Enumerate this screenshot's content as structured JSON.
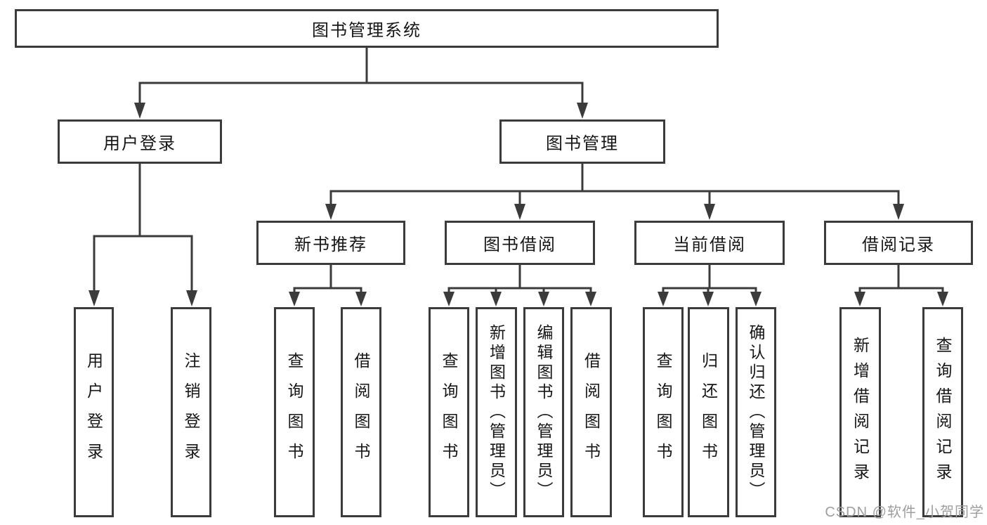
{
  "tree": {
    "label": "图书管理系统",
    "children": [
      {
        "label": "用户登录",
        "children": [
          {
            "label": "用户登录"
          },
          {
            "label": "注销登录"
          }
        ]
      },
      {
        "label": "图书管理",
        "children": [
          {
            "label": "新书推荐",
            "children": [
              {
                "label": "查询图书"
              },
              {
                "label": "借阅图书"
              }
            ]
          },
          {
            "label": "图书借阅",
            "children": [
              {
                "label": "查询图书"
              },
              {
                "label": "新增图书（管理员）"
              },
              {
                "label": "编辑图书（管理员）"
              },
              {
                "label": "借阅图书"
              }
            ]
          },
          {
            "label": "当前借阅",
            "children": [
              {
                "label": "查询图书"
              },
              {
                "label": "归还图书"
              },
              {
                "label": "确认归还（管理员）"
              }
            ]
          },
          {
            "label": "借阅记录",
            "children": [
              {
                "label": "新增借阅记录"
              },
              {
                "label": "查询借阅记录"
              }
            ]
          }
        ]
      }
    ]
  },
  "colors": {
    "line": "#3b3b3b",
    "text": "#161616",
    "watermark_gray": "#9e9e9e"
  },
  "watermark": "CSDN @软件_小贺同学"
}
